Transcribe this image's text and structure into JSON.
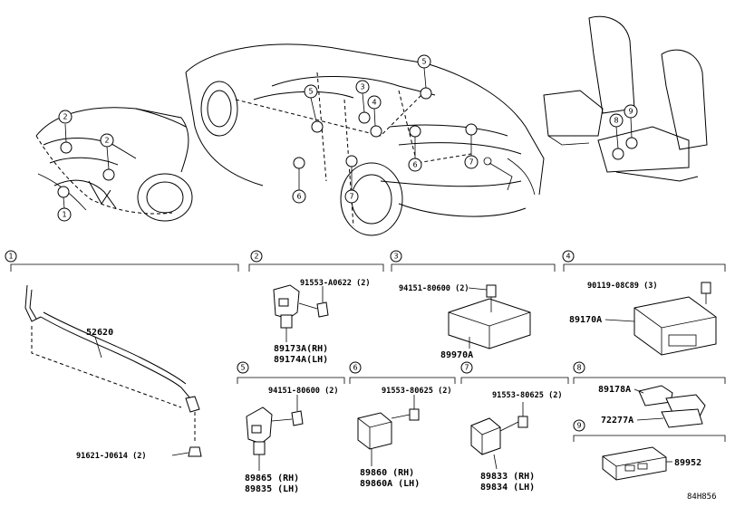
{
  "drawing_code": "84H856",
  "callouts": [
    "1",
    "2",
    "3",
    "4",
    "5",
    "6",
    "7",
    "8",
    "9"
  ],
  "sections": [
    {
      "id": "1",
      "parts": [
        {
          "label": "52620"
        },
        {
          "label": "91621-J0614 (2)"
        }
      ]
    },
    {
      "id": "2",
      "parts": [
        {
          "label": "91553-A0622 (2)"
        },
        {
          "label": "89173A(RH)"
        },
        {
          "label": "89174A(LH)"
        }
      ]
    },
    {
      "id": "3",
      "parts": [
        {
          "label": "94151-80600 (2)"
        },
        {
          "label": "89970A"
        }
      ]
    },
    {
      "id": "4",
      "parts": [
        {
          "label": "90119-08C89 (3)"
        },
        {
          "label": "89170A"
        }
      ]
    },
    {
      "id": "5",
      "parts": [
        {
          "label": "94151-80600 (2)"
        },
        {
          "label": "89865 (RH)"
        },
        {
          "label": "89835 (LH)"
        }
      ]
    },
    {
      "id": "6",
      "parts": [
        {
          "label": "91553-80625 (2)"
        },
        {
          "label": "89860 (RH)"
        },
        {
          "label": "89860A (LH)"
        }
      ]
    },
    {
      "id": "7",
      "parts": [
        {
          "label": "91553-80625 (2)"
        },
        {
          "label": "89833 (RH)"
        },
        {
          "label": "89834 (LH)"
        }
      ]
    },
    {
      "id": "8",
      "parts": [
        {
          "label": "89178A"
        },
        {
          "label": "72277A"
        }
      ]
    },
    {
      "id": "9",
      "parts": [
        {
          "label": "89952"
        }
      ]
    }
  ]
}
